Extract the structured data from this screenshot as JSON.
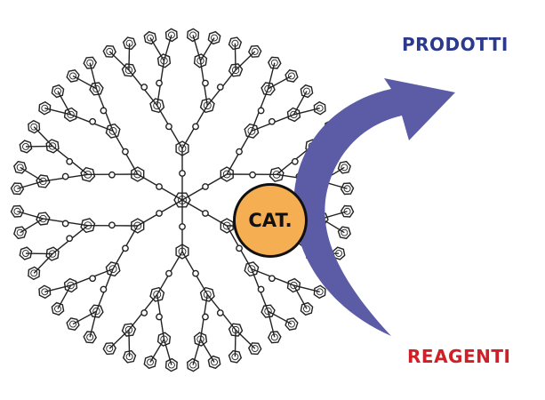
{
  "labels": {
    "products": "PRODOTTI",
    "reagents": "REAGENTI",
    "catalyst": "CAT."
  },
  "colors": {
    "products": "#2b3a8c",
    "reagents": "#d01f26",
    "arrow": "#5b5ba6",
    "catalyst_fill": "#f5ae52",
    "catalyst_border": "#111111",
    "molecule_stroke": "#222222"
  },
  "icons": {
    "arrow": "curved-arrow-icon",
    "molecule": "dendrimer-molecule-icon"
  }
}
